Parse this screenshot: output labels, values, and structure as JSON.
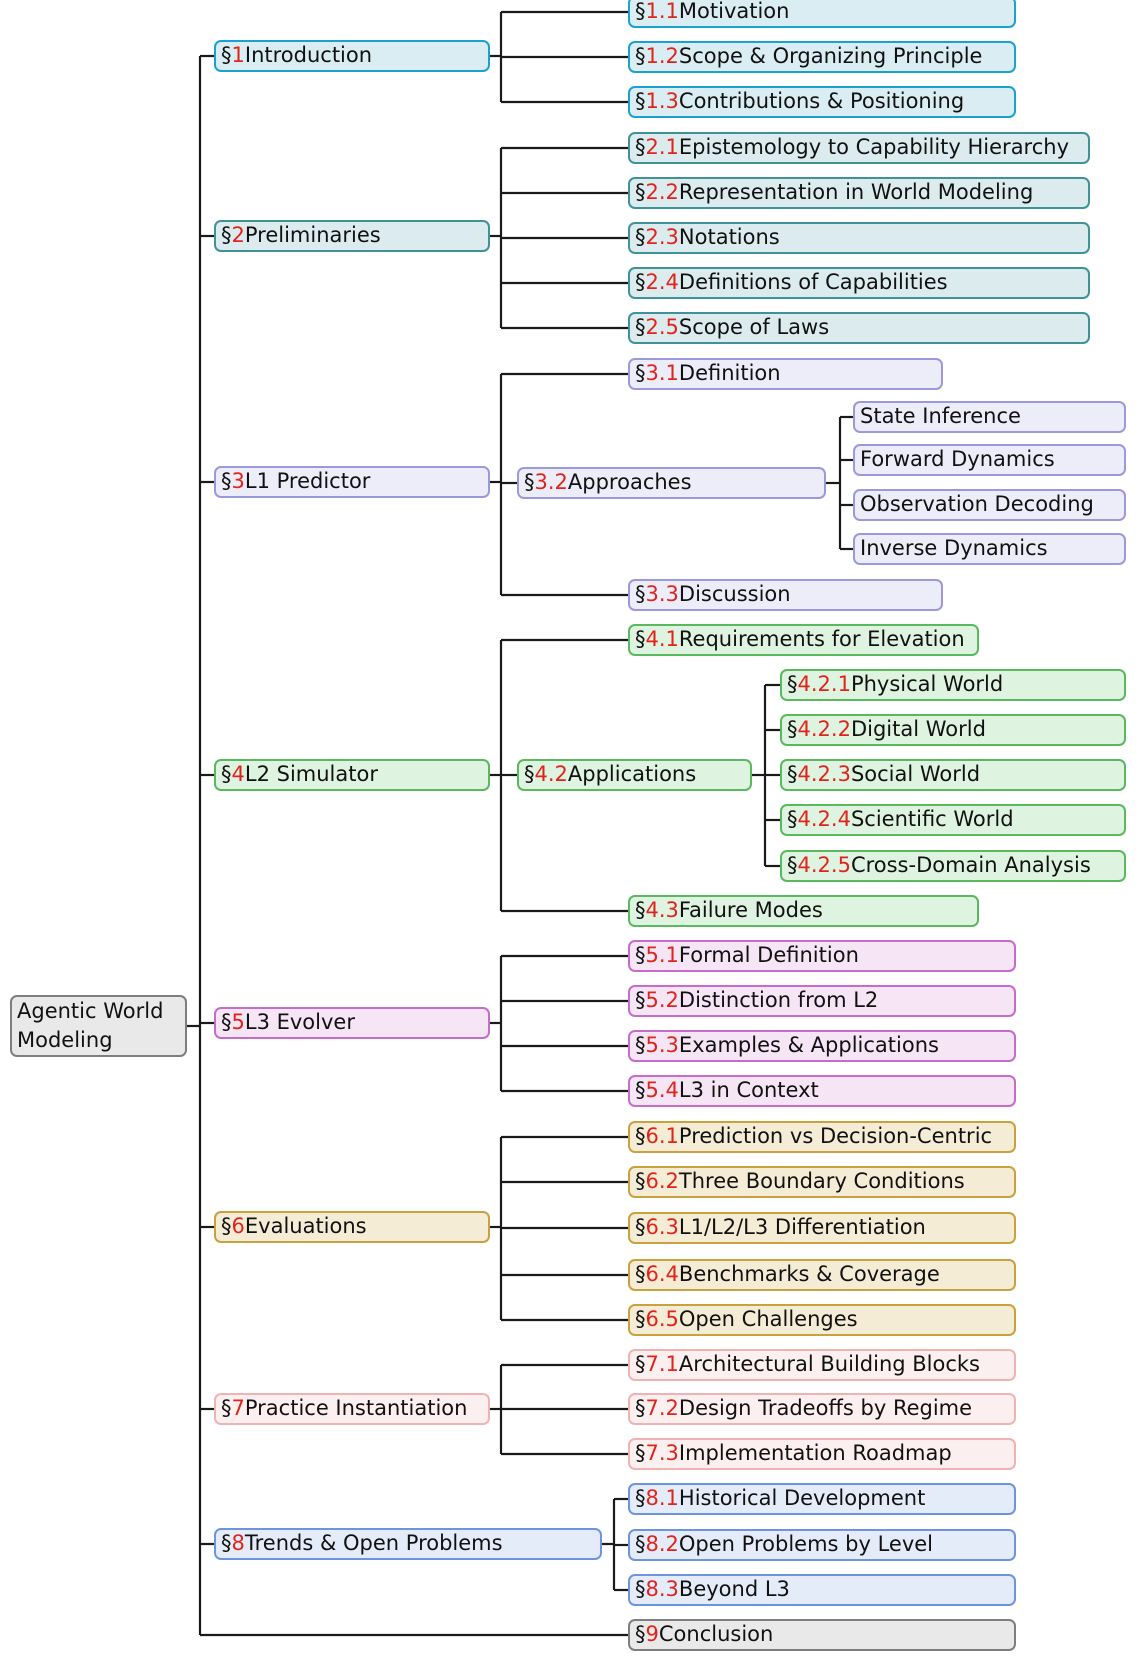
{
  "sections": [
    {
      "num": "1",
      "title": "Introduction",
      "theme": "cyan",
      "children": [
        {
          "num": "1.1",
          "title": "Motivation"
        },
        {
          "num": "1.2",
          "title": "Scope & Organizing Principle"
        },
        {
          "num": "1.3",
          "title": "Contributions & Positioning"
        }
      ]
    },
    {
      "num": "2",
      "title": "Preliminaries",
      "theme": "teal",
      "children": [
        {
          "num": "2.1",
          "title": "Epistemology to Capability Hierarchy"
        },
        {
          "num": "2.2",
          "title": "Representation in World Modeling"
        },
        {
          "num": "2.3",
          "title": "Notations"
        },
        {
          "num": "2.4",
          "title": "Definitions of Capabilities"
        },
        {
          "num": "2.5",
          "title": "Scope of Laws"
        }
      ]
    },
    {
      "num": "3",
      "title": "L1 Predictor",
      "theme": "violet",
      "children": [
        {
          "num": "3.1",
          "title": "Definition"
        },
        {
          "num": "3.2",
          "title": "Approaches",
          "children": [
            {
              "num": "",
              "title": "State Inference"
            },
            {
              "num": "",
              "title": "Forward Dynamics"
            },
            {
              "num": "",
              "title": "Observation Decoding"
            },
            {
              "num": "",
              "title": "Inverse Dynamics"
            }
          ]
        },
        {
          "num": "3.3",
          "title": "Discussion"
        }
      ]
    },
    {
      "num": "4",
      "title": "L2 Simulator",
      "theme": "green",
      "children": [
        {
          "num": "4.1",
          "title": "Requirements for Elevation"
        },
        {
          "num": "4.2",
          "title": "Applications",
          "nospace": true,
          "children": [
            {
              "num": "4.2.1",
              "title": "Physical World"
            },
            {
              "num": "4.2.2",
              "title": "Digital World"
            },
            {
              "num": "4.2.3",
              "title": "Social World"
            },
            {
              "num": "4.2.4",
              "title": "Scientific World"
            },
            {
              "num": "4.2.5",
              "title": "Cross-Domain Analysis"
            }
          ]
        },
        {
          "num": "4.3",
          "title": "Failure Modes"
        }
      ]
    },
    {
      "num": "5",
      "title": "L3 Evolver",
      "theme": "magenta",
      "children": [
        {
          "num": "5.1",
          "title": "Formal Definition"
        },
        {
          "num": "5.2",
          "title": "Distinction from L2"
        },
        {
          "num": "5.3",
          "title": "Examples & Applications"
        },
        {
          "num": "5.4",
          "title": "L3 in Context"
        }
      ]
    },
    {
      "num": "6",
      "title": "Evaluations",
      "theme": "gold",
      "children": [
        {
          "num": "6.1",
          "title": "Prediction vs Decision-Centric"
        },
        {
          "num": "6.2",
          "title": "Three Boundary Conditions"
        },
        {
          "num": "6.3",
          "title": "L1/L2/L3 Differentiation"
        },
        {
          "num": "6.4",
          "title": "Benchmarks & Coverage"
        },
        {
          "num": "6.5",
          "title": "Open Challenges"
        }
      ]
    },
    {
      "num": "7",
      "title": "Practice Instantiation",
      "theme": "rose",
      "children": [
        {
          "num": "7.1",
          "title": "Architectural Building Blocks"
        },
        {
          "num": "7.2",
          "title": "Design Tradeoffs by Regime"
        },
        {
          "num": "7.3",
          "title": "Implementation Roadmap"
        }
      ]
    },
    {
      "num": "8",
      "title": "Trends & Open Problems",
      "theme": "blue",
      "children": [
        {
          "num": "8.1",
          "title": "Historical Development"
        },
        {
          "num": "8.2",
          "title": "Open Problems by Level"
        },
        {
          "num": "8.3",
          "title": "Beyond L3"
        }
      ]
    },
    {
      "num": "9",
      "title": "Conclusion",
      "theme": "gray",
      "children": []
    }
  ],
  "sym": "§",
  "root": {
    "title": "Agentic World Modeling",
    "theme": "gray"
  },
  "colors": {
    "section_number": "#e2231a",
    "connector": "#1a1a1a",
    "cyan": {
      "fill": "#d9edf3",
      "border": "#1aa1cf"
    },
    "teal": {
      "fill": "#dcecee",
      "border": "#3f9297"
    },
    "violet": {
      "fill": "#ecedf8",
      "border": "#9b98dc"
    },
    "green": {
      "fill": "#def3e0",
      "border": "#58b95f"
    },
    "magenta": {
      "fill": "#f5e5f5",
      "border": "#c66ccc"
    },
    "gold": {
      "fill": "#f5ecd6",
      "border": "#c9a13f"
    },
    "rose": {
      "fill": "#fcefef",
      "border": "#f0b3b1"
    },
    "blue": {
      "fill": "#e4ecf9",
      "border": "#6d94dc"
    },
    "gray": {
      "fill": "#e9e9e9",
      "border": "#7e7e7e"
    }
  }
}
